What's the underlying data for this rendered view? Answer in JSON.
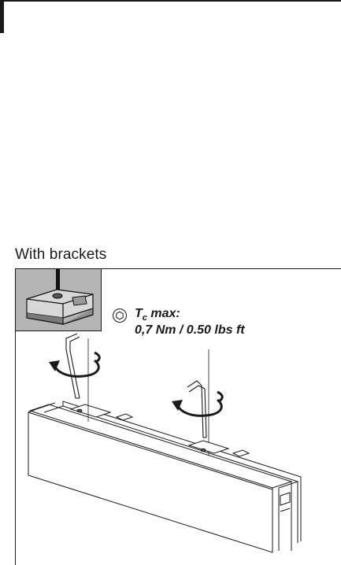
{
  "section": {
    "title": "With brackets"
  },
  "torque": {
    "symbol": "T",
    "subscript": "c",
    "label": "max:",
    "value": "0,7 Nm / 0.50 lbs ft"
  },
  "icons": {
    "torque_icon": "hex-socket-icon",
    "inset_icon": "bracket-detail-illustration",
    "wrench_icon": "allen-key-icon",
    "rotation_icon": "rotate-arrow-icon"
  },
  "colors": {
    "inset_background": "#b4b4b4",
    "line": "#1a1a1a"
  }
}
